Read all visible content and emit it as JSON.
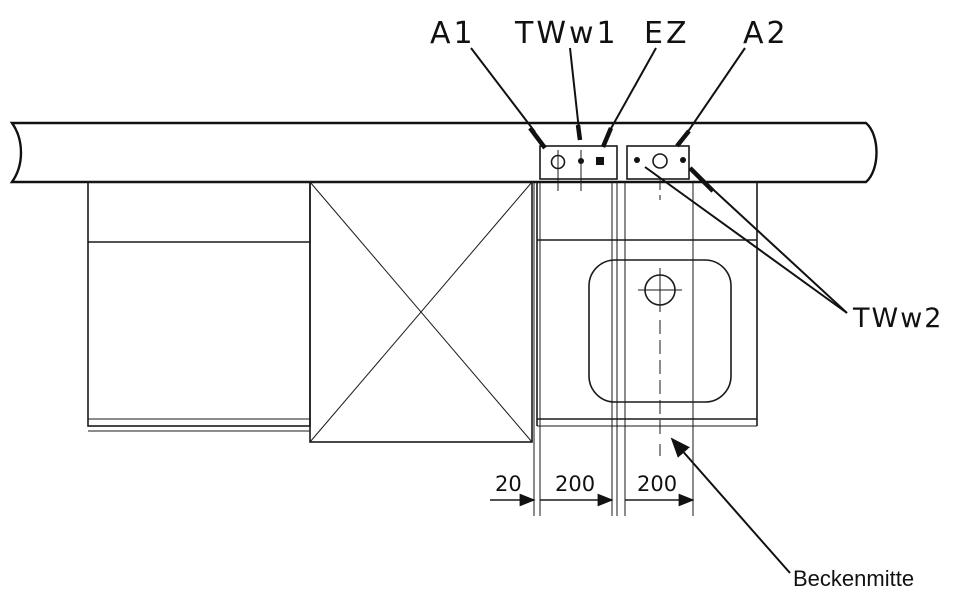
{
  "labels": {
    "a1": "A1",
    "tww1": "TWw1",
    "ez": "EZ",
    "a2": "A2",
    "tww2": "TWw2",
    "beckenmitte": "Beckenmitte"
  },
  "dimensions": {
    "d1": "20",
    "d2": "200",
    "d3": "200"
  }
}
